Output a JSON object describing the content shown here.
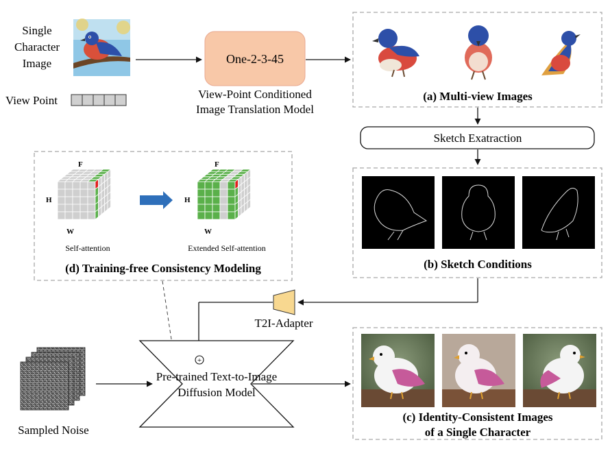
{
  "input": {
    "single_character_image": [
      "Single",
      "Character",
      "Image"
    ],
    "view_point": "View Point"
  },
  "translation_model": {
    "box_label": "One-2-3-45",
    "caption": [
      "View-Point Conditioned",
      "Image Translation Model"
    ]
  },
  "multiview": {
    "caption": "(a) Multi-view Images"
  },
  "sketch_extraction": {
    "label": "Sketch Exatraction"
  },
  "sketches": {
    "caption": "(b) Sketch Conditions"
  },
  "consistency": {
    "axis_f": "F",
    "axis_h": "H",
    "axis_w": "W",
    "left_label": "Self-attention",
    "right_label": "Extended Self-attention",
    "caption": "(d) Training-free Consistency Modeling"
  },
  "adapter": {
    "label": "T2I-Adapter"
  },
  "diffusion": {
    "label": [
      "Pre-trained Text-to-Image",
      "Diffusion Model"
    ],
    "plus": "+"
  },
  "noise": {
    "label": "Sampled Noise"
  },
  "outputs": {
    "caption": [
      "(c) Identity-Consistent Images",
      "of a Single Character"
    ]
  },
  "colors": {
    "one2345_fill": "#f8c8a8",
    "one2345_stroke": "#e8a890",
    "adapter_fill": "#f8d890",
    "arrow_blue": "#2e6fba",
    "cube_green": "#5ab04a",
    "cube_red": "#e21d1d",
    "cube_gray": "#cfcfcf",
    "dash_gray": "#a8a8a8"
  }
}
